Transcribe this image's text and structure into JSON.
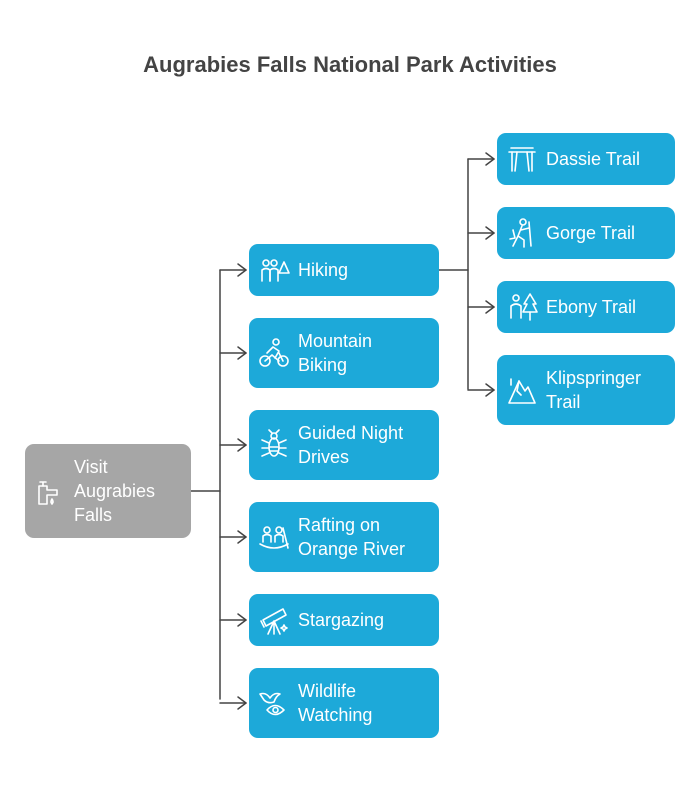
{
  "title": "Augrabies Falls National Park Activities",
  "colors": {
    "root": "#a6a6a6",
    "node": "#1da9d9",
    "connector": "#444444",
    "text": "#ffffff"
  },
  "root": {
    "label_lines": [
      "Visit",
      "Augrabies",
      "Falls"
    ],
    "icon": "faucet-icon"
  },
  "activities": [
    {
      "label_lines": [
        "Hiking"
      ],
      "icon": "hikers-icon"
    },
    {
      "label_lines": [
        "Mountain",
        "Biking"
      ],
      "icon": "cyclist-icon"
    },
    {
      "label_lines": [
        "Guided Night",
        "Drives"
      ],
      "icon": "insect-icon"
    },
    {
      "label_lines": [
        "Rafting on",
        "Orange River"
      ],
      "icon": "rafting-icon"
    },
    {
      "label_lines": [
        "Stargazing"
      ],
      "icon": "telescope-icon"
    },
    {
      "label_lines": [
        "Wildlife",
        "Watching"
      ],
      "icon": "bird-eye-icon"
    }
  ],
  "trails": [
    {
      "label_lines": [
        "Dassie Trail"
      ],
      "icon": "trail-gate-icon"
    },
    {
      "label_lines": [
        "Gorge Trail"
      ],
      "icon": "climber-icon"
    },
    {
      "label_lines": [
        "Ebony Trail"
      ],
      "icon": "hiker-tree-icon"
    },
    {
      "label_lines": [
        "Klipspringer",
        "Trail"
      ],
      "icon": "mountain-icon"
    }
  ]
}
